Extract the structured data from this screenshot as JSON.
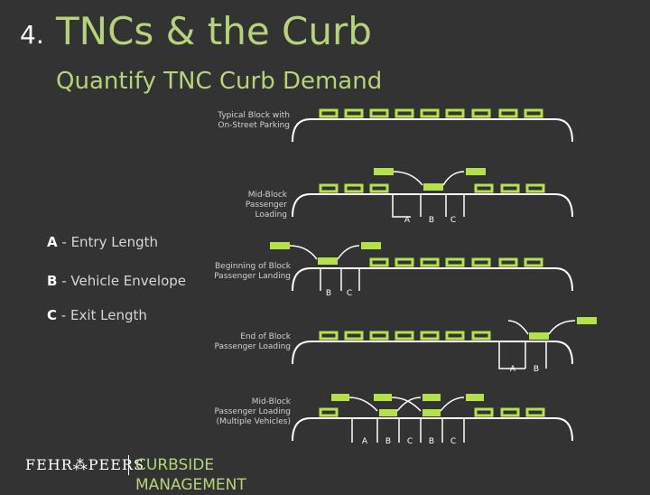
{
  "slide": {
    "number": "4.",
    "title": "TNCs & the Curb",
    "subtitle": "Quantify TNC Curb Demand"
  },
  "legend": [
    {
      "key": "A",
      "text": "- Entry Length"
    },
    {
      "key": "B",
      "text": "- Vehicle Envelope"
    },
    {
      "key": "C",
      "text": "- Exit Length"
    }
  ],
  "diagram": {
    "rows": [
      {
        "label": [
          "Typical Block with",
          "On-Street Parking"
        ],
        "markers": []
      },
      {
        "label": [
          "Mid-Block",
          "Passenger",
          "Loading"
        ],
        "markers": [
          "A",
          "B",
          "C"
        ]
      },
      {
        "label": [
          "Beginning of Block",
          "Passenger Landing"
        ],
        "markers": [
          "B",
          "C"
        ]
      },
      {
        "label": [
          "End of Block",
          "Passenger Loading"
        ],
        "markers": [
          "A",
          "B"
        ]
      },
      {
        "label": [
          "Mid-Block",
          "Passenger Loading",
          "(Multiple Vehicles)"
        ],
        "markers": [
          "A",
          "B",
          "C",
          "B",
          "C"
        ]
      }
    ]
  },
  "footer": {
    "logo": "FEHR⁂PEERS",
    "tagline": "CURBSIDE MANAGEMENT"
  },
  "colors": {
    "accent": "#b6d37a",
    "car": "#b5e24a",
    "background": "#333333"
  }
}
